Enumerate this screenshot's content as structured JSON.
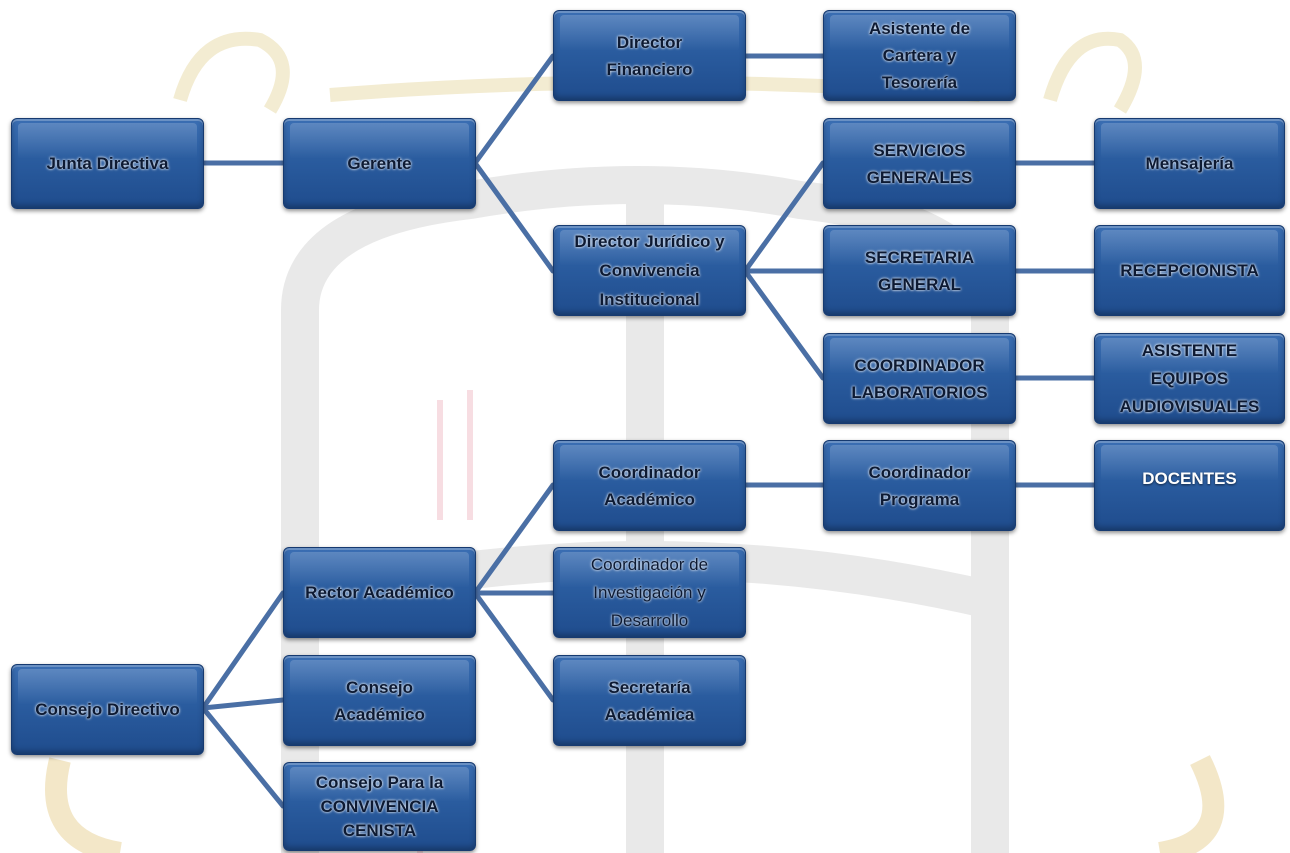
{
  "nodes": {
    "junta_directiva": "Junta Directiva",
    "gerente": "Gerente",
    "director_financiero": "Director\nFinanciero",
    "asistente_cartera": "Asistente  de\nCartera y\nTesorería",
    "servicios_generales": "SERVICIOS\nGENERALES",
    "mensajeria": "Mensajería",
    "director_juridico": "Director Jurídico y\nConvivencia\nInstitucional",
    "secretaria_general": "SECRETARIA\nGENERAL",
    "recepcionista": "RECEPCIONISTA",
    "coordinador_laboratorios": "COORDINADOR\nLABORATORIOS",
    "asistente_equipos": "ASISTENTE\nEQUIPOS\nAUDIOVISUALES",
    "coordinador_academico": "Coordinador\nAcadémico",
    "coordinador_programa": "Coordinador\nPrograma",
    "docentes": "DOCENTES",
    "rector_academico": "Rector Académico",
    "coordinador_investigacion": "Coordinador de\nInvestigación y\nDesarrollo",
    "consejo_directivo": "Consejo Directivo",
    "consejo_academico": "Consejo\nAcadémico",
    "secretaria_academica": "Secretaría\nAcadémica",
    "consejo_convivencia": "Consejo Para la\nCONVIVENCIA\nCENISTA"
  },
  "colors": {
    "box_fill": "#2a5c9f",
    "box_border": "#163a70",
    "connector": "#4a6fa5",
    "watermark": "#e8e8e8"
  }
}
